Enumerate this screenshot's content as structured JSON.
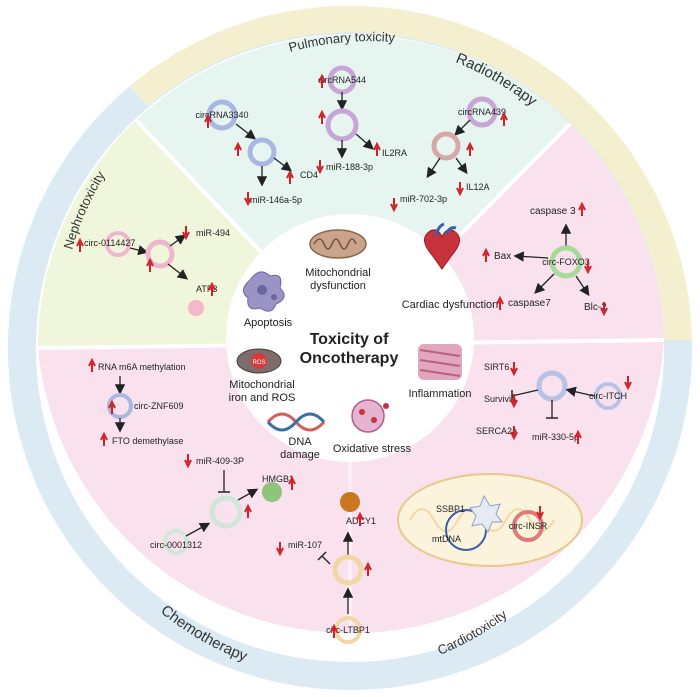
{
  "colors": {
    "outer_blue": "#dceaf4",
    "outer_yellow": "#f4f0cf",
    "pink": "#f9e2ee",
    "mint": "#e7f5f1",
    "lightgreen": "#eff6dc",
    "arrow_red": "#d0202a",
    "blue_circ": "#a9b8e3",
    "purple_circ": "#c7a6d6",
    "green_circ": "#a6d99a"
  },
  "outer_ring": {
    "radiotherapy": "Radiotherapy",
    "chemotherapy": "Chemotherapy"
  },
  "sectors": {
    "pulmonary": "Pulmonary toxicity",
    "nephro": "Nephrotoxicity",
    "cardio": "Cardiotoxicity"
  },
  "center": {
    "title_line1": "Toxicity of",
    "title_line2": "Oncotherapy",
    "items": {
      "mito_dys_1": "Mitochondrial",
      "mito_dys_2": "dysfunction",
      "cardiac": "Cardiac dysfunction",
      "apoptosis": "Apoptosis",
      "mito_iron_1": "Mitochondrial",
      "mito_iron_2": "iron and ROS",
      "inflammation": "Inflammation",
      "dna_1": "DNA",
      "dna_2": "damage",
      "oxidative": "Oxidative stress",
      "ros": "ROS"
    }
  },
  "pulmonary": {
    "circ3340": "circRNA3340",
    "cd4": "CD4",
    "mir146": "miR-146a-5p",
    "circ544": "circRNA544",
    "il2ra": "IL2RA",
    "mir188": "miR-188-3p",
    "circ439": "circRNA439",
    "il12a": "IL12A",
    "mir702": "miR-702-3p"
  },
  "nephro": {
    "circ0114427": "circ-0114427",
    "mir494": "miR-494",
    "atf3": "ATF3"
  },
  "radio_cardiac": {
    "caspase3": "caspase 3",
    "bax": "Bax",
    "foxo3": "circ-FOXO3",
    "caspase7": "caspase7",
    "blc2": "Blc-2"
  },
  "chemo": {
    "m6a": "RNA m6A methylation",
    "znf609": "circ-ZNF609",
    "fto": "FTO demethylase",
    "mir409": "miR-409-3P",
    "hmgb1": "HMGB1",
    "circ0001312": "circ-0001312",
    "adcy1": "ADCY1",
    "mir107": "miR-107",
    "ltbp1": "circ-LTBP1"
  },
  "cardio": {
    "sirt6": "SIRT6",
    "survivin": "Survivin",
    "serca2a": "SERCA2a",
    "itch": "circ-ITCH",
    "mir330": "miR-330-5p",
    "ssbp1": "SSBP1",
    "mtdna": "mtDNA",
    "insr": "circ-INSR"
  }
}
